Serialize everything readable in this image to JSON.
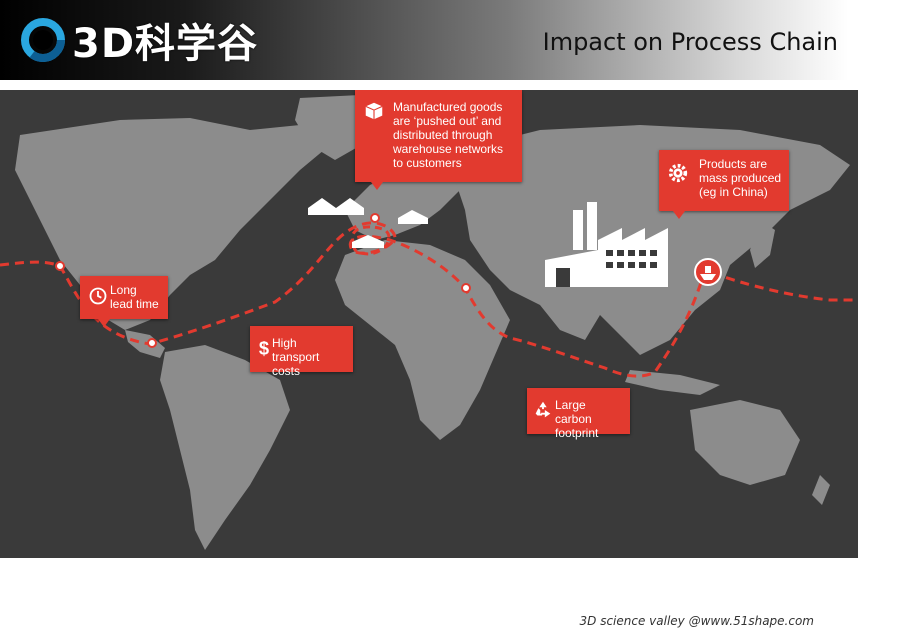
{
  "header": {
    "logo_text": "3D科学谷",
    "title": "Impact on Process Chain"
  },
  "callouts": {
    "manufactured": "Manufactured goods are ‘pushed out’ and distributed through warehouse networks to customers",
    "mass_produced": "Products are mass produced (eg in China)",
    "lead_time": "Long lead time",
    "transport": "High transport costs",
    "carbon": "Large carbon footprint"
  },
  "icons": {
    "manufactured": "box-icon",
    "mass_produced": "gear-icon",
    "lead_time": "clock-icon",
    "transport": "dollar-icon",
    "carbon": "recycle-icon",
    "factory": "factory-icon",
    "ship": "ship-icon",
    "warehouse": "warehouse-icon"
  },
  "colors": {
    "accent": "#e23a2f",
    "map_background": "#3a3a3a",
    "land": "#8c8c8c"
  },
  "footer": {
    "credit": "3D science valley @www.51shape.com"
  }
}
